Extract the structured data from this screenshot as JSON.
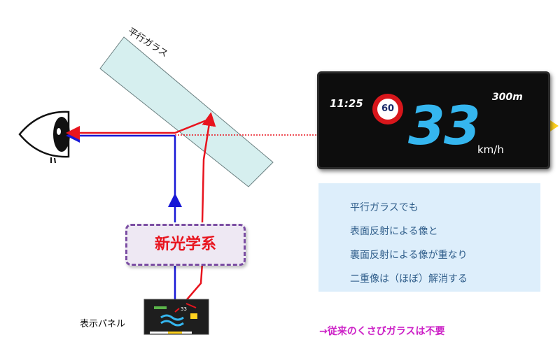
{
  "labels": {
    "glass": "平行ガラス",
    "optics": "新光学系",
    "panel": "表示パネル"
  },
  "hud": {
    "time": "11:25",
    "speed_limit": "60",
    "distance": "300m",
    "speed": "33",
    "unit": "km/h"
  },
  "note": {
    "lines": [
      "平行ガラスでも",
      "表面反射による像と",
      "裏面反射による像が重なり",
      "二重像は（ほぼ）解消する"
    ]
  },
  "conclusion": "→従来のくさびガラスは不要",
  "colors": {
    "blue_ray": "#1818d6",
    "red_ray": "#e8141e",
    "glass_fill": "#d6efef",
    "hud_speed": "#35b6ef",
    "note_bg": "#ddeefb",
    "conclusion": "#cc1fc6",
    "optics_border": "#7b4ea3"
  },
  "icons": [
    "eye-icon",
    "compass-icon",
    "turn-right-arrow-icon",
    "speed-limit-sign-icon"
  ]
}
